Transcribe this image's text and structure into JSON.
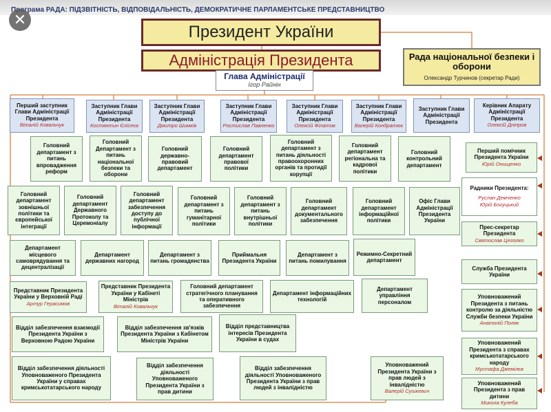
{
  "header": {
    "text": "Програма РАДА: ПІДЗВІТНІСТЬ, ВІДПОВІДАЛЬНІСТЬ, ДЕМОКРАТИЧНЕ ПАРЛАМЕНТСЬКЕ ПРЕДСТАВНИЦТВО"
  },
  "close": {
    "symbol": "✕"
  },
  "president": {
    "label": "Президент України"
  },
  "administration": {
    "label": "Адміністрація Президента"
  },
  "head_of_admin": {
    "label": "Глава Адміністрації",
    "name": "Ігор Райнін"
  },
  "nsdc": {
    "label": "Рада національної безпеки і оборони",
    "name": "Олександр Турчинов (секретар Ради)"
  },
  "deputies": [
    {
      "label": "Перший заступник Глави Адміністрації Президента",
      "name": "Віталій Ковальчук"
    },
    {
      "label": "Заступник Глави Адміністрації Президента",
      "name": "Костянтин Єлісеєв"
    },
    {
      "label": "Заступник Глави Адміністрації Президента",
      "name": "Дмитро Шимків"
    },
    {
      "label": "Заступник Глави Адміністрації Президента",
      "name": "Ростислав Павленко"
    },
    {
      "label": "Заступник Глави Адміністрації Президента",
      "name": "Олексій Філатов"
    },
    {
      "label": "Заступник Глави Адміністрації Президента",
      "name": "Валерій Кондратюк"
    },
    {
      "label": "Заступник Глави Адміністрації Президента",
      "name": ""
    },
    {
      "label": "Керівник Апарату Адміністрації Президента",
      "name": "Олексій Дніпров"
    }
  ],
  "row1": [
    {
      "label": "Головний департамент з питань впровадження реформ"
    },
    {
      "label": "Головний Департамент з питань національної безпеки та оборони"
    },
    {
      "label": "Головний державно-правовий департамент"
    },
    {
      "label": "Головний департамент правової політики"
    },
    {
      "label": "Головний департамент з питань діяльності правоохоронних органів та протидії корупції"
    },
    {
      "label": "Головний департамент регіональна та кадрової політики"
    },
    {
      "label": "Головний контрольний департамент"
    }
  ],
  "row2": [
    {
      "label": "Головний департамент зовнішньої політики та європейської інтеграції"
    },
    {
      "label": "Головний департамент Державного Протоколу та Церемоніалу"
    },
    {
      "label": "Головний департамент забезпечення доступу до публічної інформації"
    },
    {
      "label": "Головний департамент з питань гуманітарної політики"
    },
    {
      "label": "Головний департамент з питань внутрішньої політики"
    },
    {
      "label": "Головний департамент документального забезпечення"
    },
    {
      "label": "Головний департамент інформаційної політики"
    },
    {
      "label": "Офіс Глави Адміністрації Президента України"
    }
  ],
  "row3": [
    {
      "label": "Департамент місцевого самоврядування та децентралізації"
    },
    {
      "label": "Департамент державних нагород"
    },
    {
      "label": "Департамент з питань громадянства"
    },
    {
      "label": "Приймальня Президента України"
    },
    {
      "label": "Департамент з питань помилування"
    },
    {
      "label": "Режимно-Секретний департамент"
    }
  ],
  "row4": [
    {
      "label": "Представник Президента України у Верховній Раді",
      "name": "Артур Герасимов"
    },
    {
      "label": "Представник Президента України у Кабінеті Міністрів",
      "name": "Віталій Ковальчук"
    },
    {
      "label": "Головний департамент стратегічного планування та оперативного забезпечення",
      "name": ""
    },
    {
      "label": "Департамент інформаційних технологій",
      "name": ""
    },
    {
      "label": "Департамент управління персоналом",
      "name": ""
    }
  ],
  "row5": [
    {
      "label": "Відділ забезпечення взаємодії Президента України з Верховною Радою України"
    },
    {
      "label": "Відділ забезпечення зв'язків Президента України з Кабінетом Міністрів України"
    },
    {
      "label": "Відділ представництва інтересів Президента України в судах"
    }
  ],
  "row6": [
    {
      "label": "Відділ забезпечення діяльності Уповноваженого Президента України у справах кримськотатарського народу",
      "name": ""
    },
    {
      "label": "Відділ забезпечення діяльності Уповноваженого Президента України з прав дитини",
      "name": ""
    },
    {
      "label": "Відділ забезпечення діяльності Уповноваженого Президента України з прав людей з інвалідністю",
      "name": ""
    },
    {
      "label": "Уповноважений Президента України з прав людей з інвалідністю",
      "name": "Валерій Сушкевич"
    }
  ],
  "right": [
    {
      "label": "Перший помічник Президента України",
      "name": "Юрій Онищенко"
    },
    {
      "label": "Радники Президента:",
      "name": "Руслан Демченко",
      "name2": "Юрій Богуцький"
    },
    {
      "label": "Прес-секретар Президента",
      "name": "Святослав Цеголко"
    },
    {
      "label": "Служба Президента України",
      "name": ""
    },
    {
      "label": "Уповноважений Президента з питань контролю за діяльністю Служби безпеки України",
      "name": "Анатолій Поляк"
    },
    {
      "label": "Уповноважений Президента з справах кримськотатарського народу",
      "name": "Мустафа Джемілєв"
    },
    {
      "label": "Уповноважений Президента з прав дитини",
      "name": "Микола Кулеба"
    }
  ],
  "colors": {
    "accent_line": "#d9925a",
    "title_fill": "#f4eaa0",
    "box_fill": "#e9f7e4",
    "deputy_fill": "#dbe4f2",
    "name_color": "#b02a2a"
  }
}
